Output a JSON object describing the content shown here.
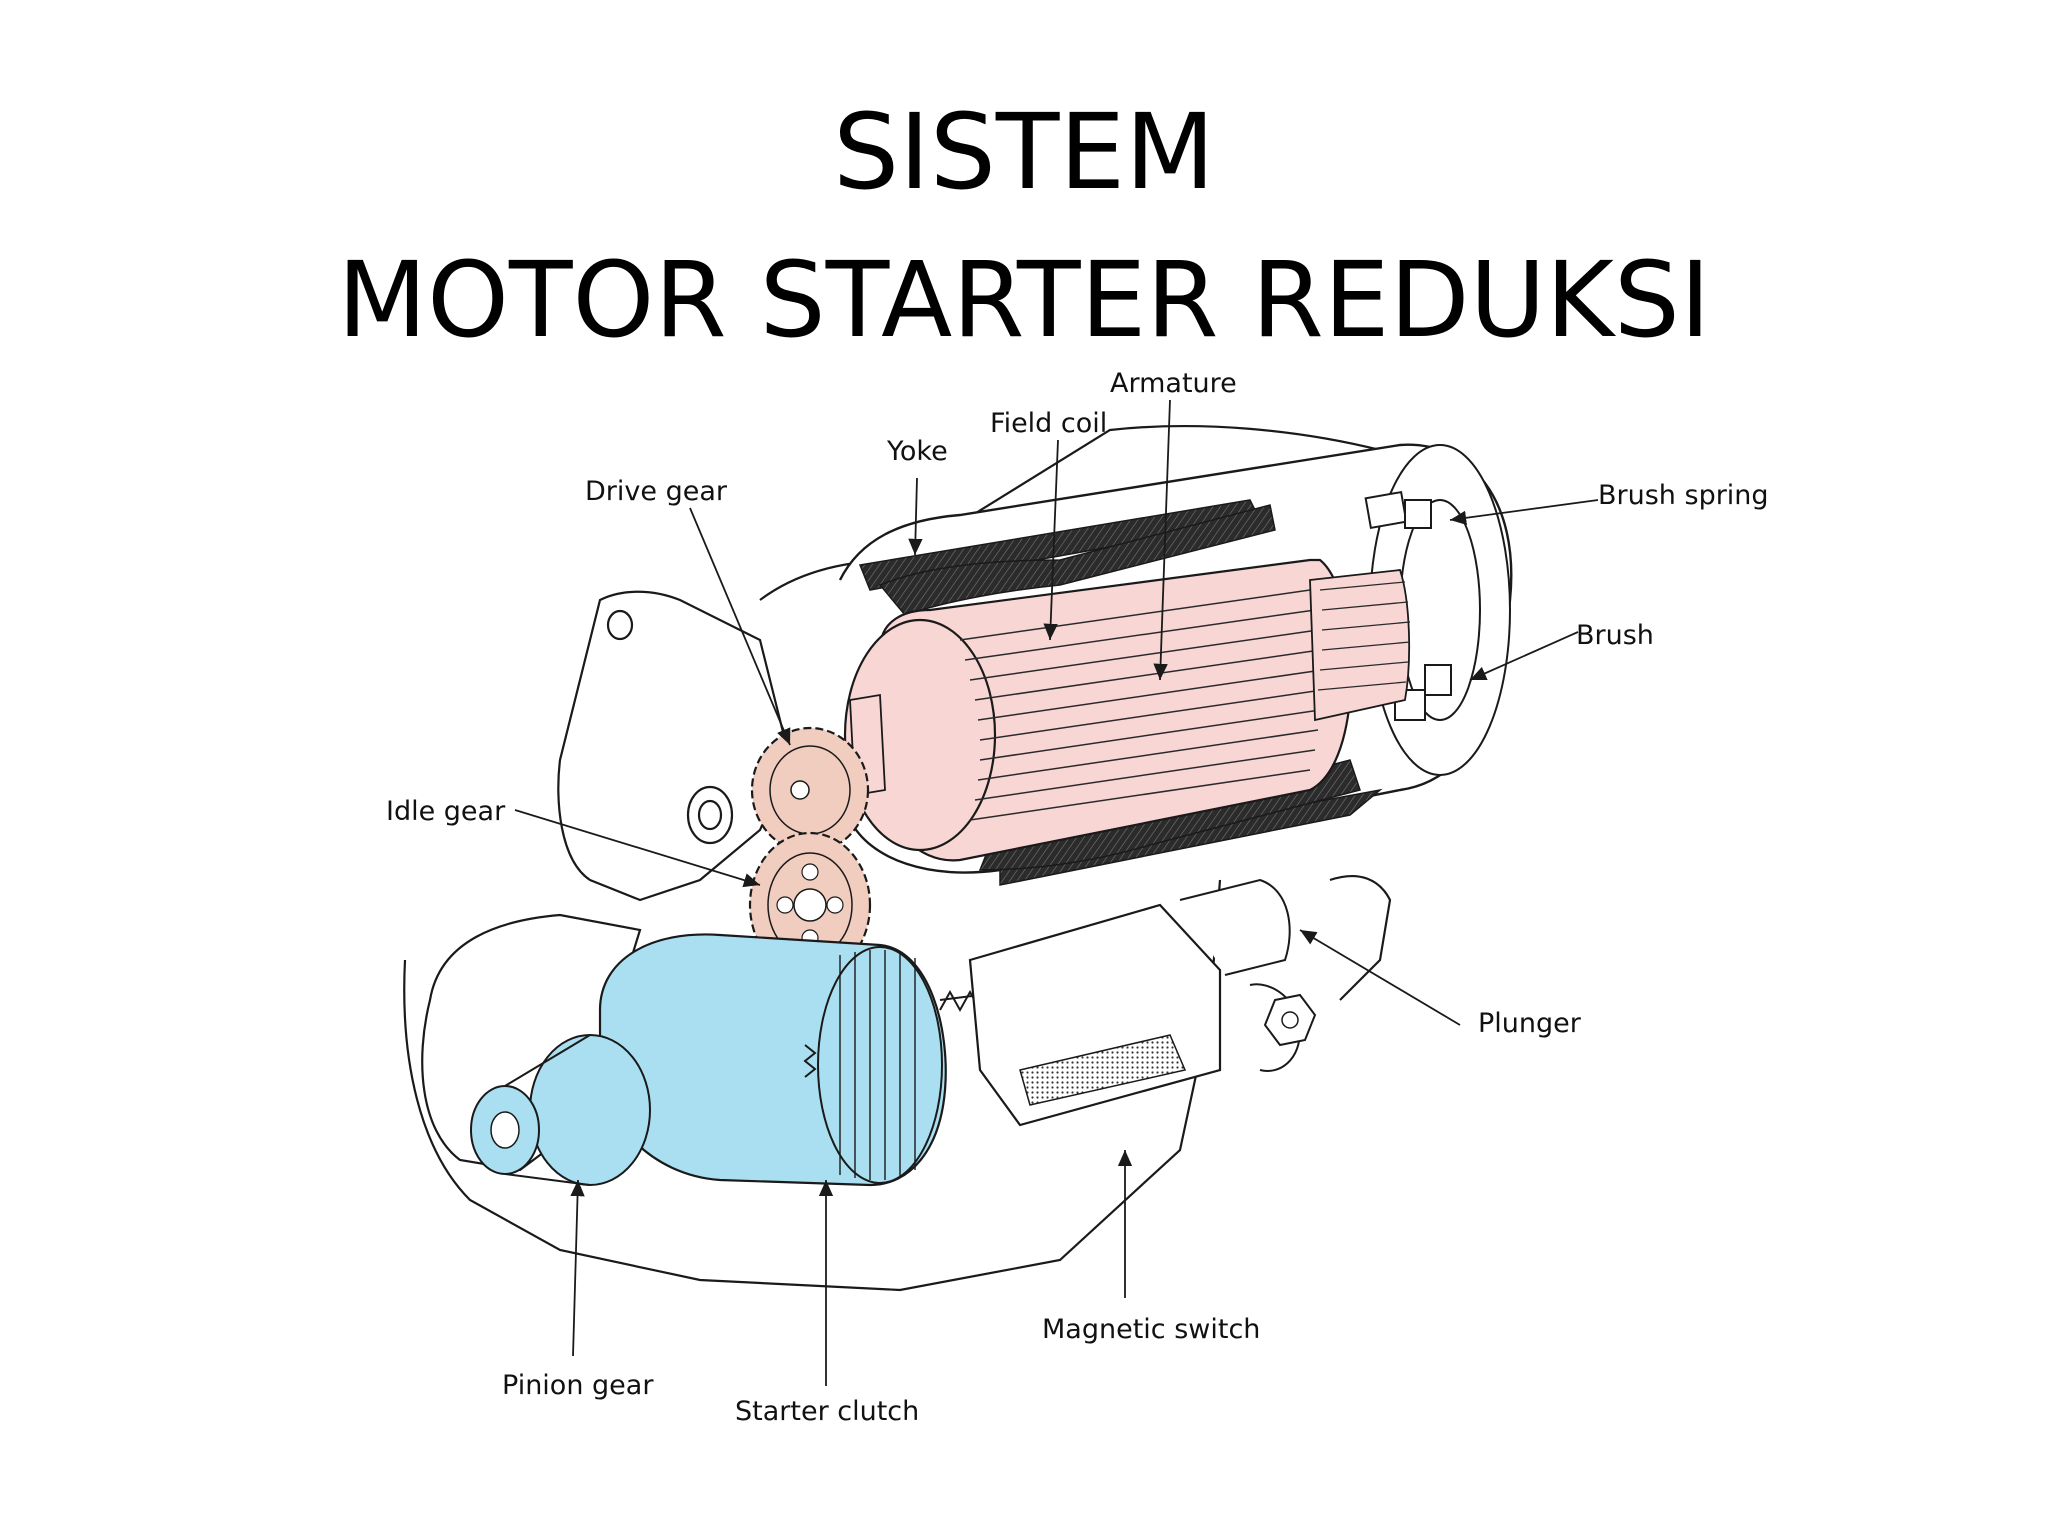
{
  "title": {
    "line1": "SISTEM",
    "line2": "MOTOR STARTER REDUKSI"
  },
  "labels": {
    "armature": "Armature",
    "field_coil": "Field coil",
    "yoke": "Yoke",
    "drive_gear": "Drive gear",
    "brush_spring": "Brush spring",
    "brush": "Brush",
    "idle_gear": "Idle gear",
    "plunger": "Plunger",
    "magnetic_switch": "Magnetic switch",
    "pinion_gear": "Pinion gear",
    "starter_clutch": "Starter clutch"
  },
  "colors": {
    "armature_fill": "#f7d6d4",
    "clutch_fill": "#a9dff0",
    "gear_fill": "#f1cdbf",
    "field_coil_dark": "#222222",
    "line": "#1a1a1a"
  }
}
